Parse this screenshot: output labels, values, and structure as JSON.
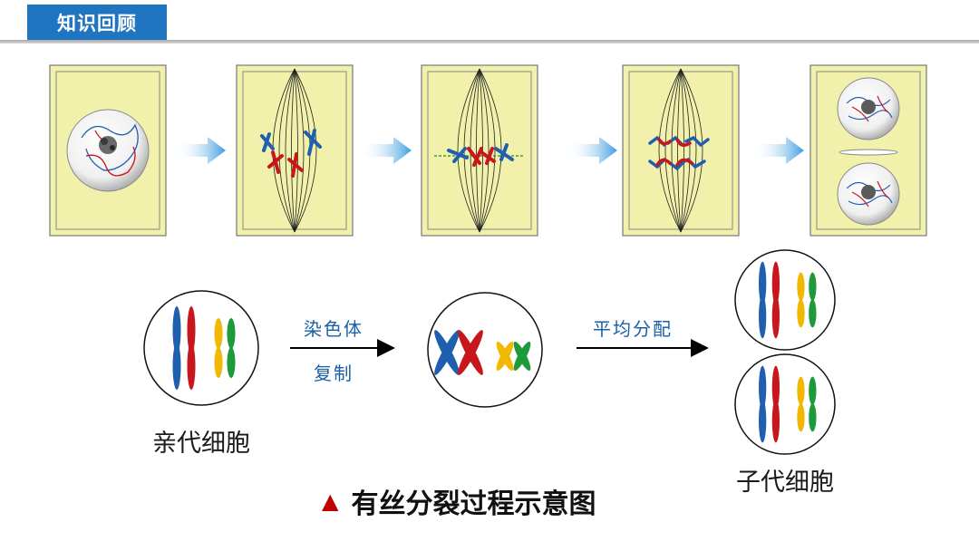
{
  "header": {
    "title": "知识回顾"
  },
  "process": {
    "arrow1_line1": "染色体",
    "arrow1_line2": "复制",
    "arrow2_label": "平均分配",
    "parent_label": "亲代细胞",
    "daughter_label": "子代细胞"
  },
  "caption": {
    "marker": "▲",
    "text": "有丝分裂过程示意图"
  },
  "colors": {
    "cell_fill": "#f2f1ac",
    "chromosome_blue": "#1f5fb0",
    "chromosome_red": "#c8161d",
    "chromosome_yellow": "#f2b800",
    "chromosome_green": "#1f9a3a",
    "stage_arrow": "#3b9de0",
    "header_blue": "#1f75bf",
    "caption_marker": "#c00000"
  }
}
